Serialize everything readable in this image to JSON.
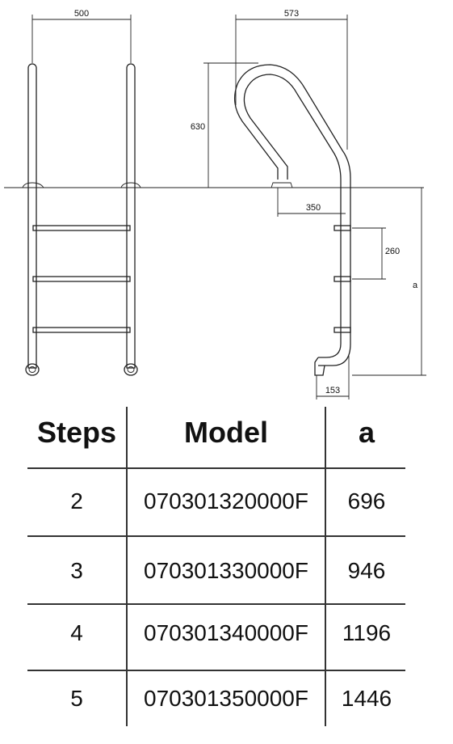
{
  "dimensions": {
    "left_width": "500",
    "right_width": "573",
    "handle_height": "630",
    "reach": "350",
    "step_spacing": "260",
    "depth_var": "a",
    "foot": "153"
  },
  "table": {
    "headers": [
      "Steps",
      "Model",
      "a"
    ],
    "rows": [
      [
        "2",
        "070301320000F",
        "696"
      ],
      [
        "3",
        "070301330000F",
        "946"
      ],
      [
        "4",
        "070301340000F",
        "1196"
      ],
      [
        "5",
        "070301350000F",
        "1446"
      ]
    ]
  }
}
